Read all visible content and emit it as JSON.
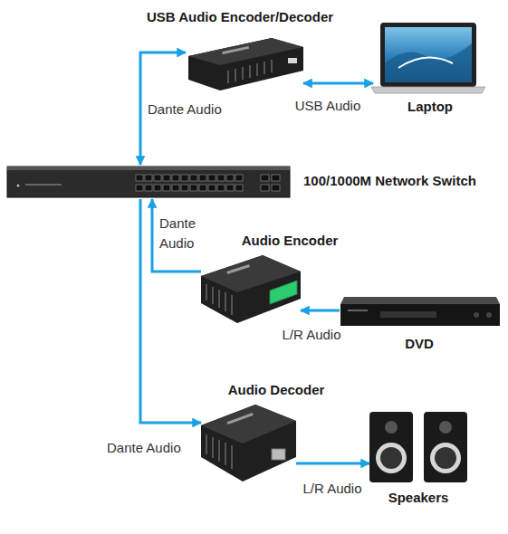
{
  "diagram": {
    "nodes": [
      {
        "text": [
          "USB Audio Encoder/Decoder"
        ]
      },
      {
        "text": [
          "Laptop"
        ]
      },
      {
        "text": [
          "100/1000M Network Switch"
        ]
      },
      {
        "text": [
          "Audio Encoder"
        ]
      },
      {
        "text": [
          "DVD"
        ]
      },
      {
        "text": [
          "Audio Decoder"
        ]
      },
      {
        "text": [
          "Speakers"
        ]
      }
    ],
    "edges": [
      {
        "from": 2,
        "to": 0,
        "arrow": "both",
        "label": "Dante Audio"
      },
      {
        "from": 0,
        "to": 1,
        "arrow": "both",
        "label": "USB Audio"
      },
      {
        "from": 3,
        "to": 2,
        "arrow": "to",
        "label": "Dante Audio"
      },
      {
        "from": 4,
        "to": 3,
        "arrow": "to",
        "label": "L/R Audio"
      },
      {
        "from": 2,
        "to": 5,
        "arrow": "to",
        "label": "Dante Audio"
      },
      {
        "from": 5,
        "to": 6,
        "arrow": "to",
        "label": "L/R Audio"
      }
    ]
  }
}
